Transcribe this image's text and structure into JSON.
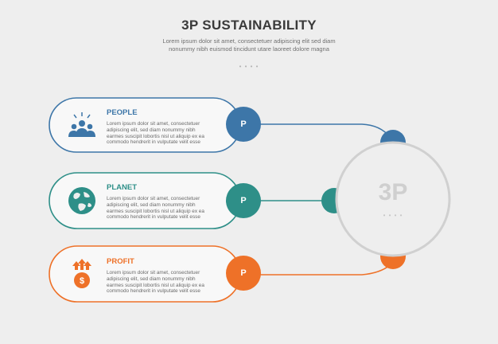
{
  "title": "3P SUSTAINABILITY",
  "subtitle": "Lorem ipsum dolor sit amet, consectetuer adipiscing elit sed diam nonummy nibh euismod tincidunt utare laoreet dolore magna",
  "dots": "• • • •",
  "hub": {
    "label": "3P",
    "dots": "• • • •"
  },
  "items": [
    {
      "title": "PEOPLE",
      "text": "Lorem ipsum dolor sit amet, consectetuer adipiscing elit, sed diam nonummy nibh earmes suscipit lobortis nisl ut aliquip ex ea commodo hendrerit in vulputate velit esse",
      "badge": "P",
      "color": "#3d76a8",
      "icon": "people-icon"
    },
    {
      "title": "PLANET",
      "text": "Lorem ipsum dolor sit amet, consectetuer adipiscing elit, sed diam nonummy nibh earmes suscipit lobortis nisl ut aliquip ex ea commodo hendrerit in vulputate velit esse",
      "badge": "P",
      "color": "#2e8f88",
      "icon": "globe-icon"
    },
    {
      "title": "PROFIT",
      "text": "Lorem ipsum dolor sit amet, consectetuer adipiscing elit, sed diam nonummy nibh earmes suscipit lobortis nisl ut aliquip ex ea commodo hendrerit in vulputate velit esse",
      "badge": "P",
      "color": "#ee7128",
      "icon": "dollar-growth-icon"
    }
  ]
}
